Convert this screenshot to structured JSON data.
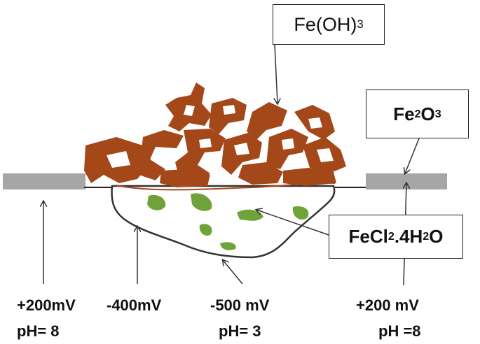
{
  "labels": {
    "fe_oh3": {
      "base": "Fe(OH)",
      "sub": "3"
    },
    "fe2o3": {
      "p1": "Fe",
      "s1": "2",
      "p2": "O",
      "s2": "3"
    },
    "fecl2": {
      "p1": "FeCl",
      "s1": "2",
      "p2": ".4H",
      "s2": "2",
      "p3": "O"
    }
  },
  "conditions": [
    {
      "potential": "+200mV",
      "ph": "pH= 8"
    },
    {
      "potential": "-400mV",
      "ph": ""
    },
    {
      "potential": "-500 mV",
      "ph": "pH= 3"
    },
    {
      "potential": "+200 mV",
      "ph": "pH =8"
    }
  ],
  "colors": {
    "rust": "#a4481a",
    "chloride": "#6fa33a",
    "metal": "#a6a6a6",
    "outline": "#333333"
  }
}
